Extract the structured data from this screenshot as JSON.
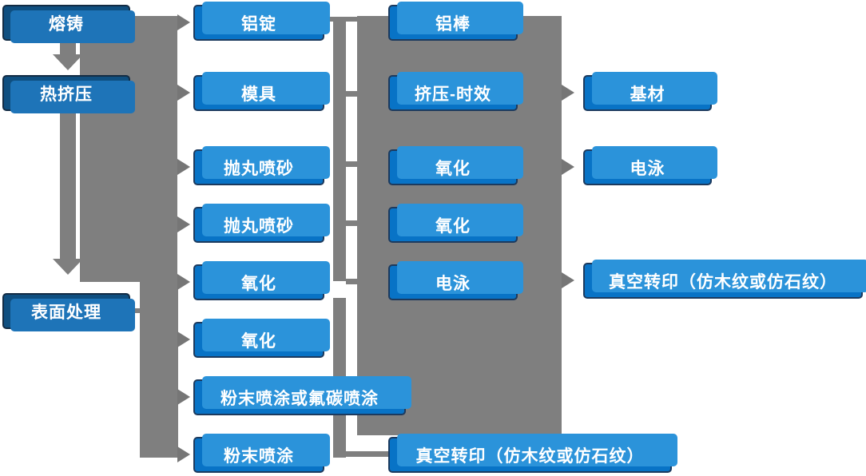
{
  "diagram_type": "flowchart",
  "language": "zh-CN",
  "colors": {
    "stage_box_fill": "#0f4f80",
    "stage_box_border": "#132c44",
    "process_box_fill": "#0873c6",
    "process_box_border": "#1c3a5e",
    "shadow_copy_fill": "#2b93da",
    "connector_gray": "#7f7f7f",
    "text": "#ffffff",
    "background": "#ffffff"
  },
  "nodes": {
    "rongzhu": "熔铸",
    "rejiya": "热挤压",
    "biaomian": "表面处理",
    "luding": "铝锭",
    "moju": "模具",
    "paowan1": "抛丸喷砂",
    "paowan2": "抛丸喷砂",
    "yanghua1": "氧化",
    "yanghua2": "氧化",
    "fenmo_or_futan": "粉末喷涂或氟碳喷涂",
    "fenmo": "粉末喷涂",
    "lubang": "铝棒",
    "jiya_shixiao": "挤压-时效",
    "yanghua3": "氧化",
    "yanghua4": "氧化",
    "dianyong1": "电泳",
    "zhenkong1": "真空转印（仿木纹或仿石纹）",
    "jicai": "基材",
    "dianyong2": "电泳",
    "zhenkong2": "真空转印（仿木纹或仿石纹）"
  },
  "arrows": [
    {
      "type": "down",
      "to": "热挤压"
    },
    {
      "type": "down",
      "to": "表面处理"
    },
    {
      "type": "right",
      "to": "铝锭"
    },
    {
      "type": "right",
      "to": "模具"
    },
    {
      "type": "right",
      "to": "抛丸喷砂"
    },
    {
      "type": "right",
      "to": "抛丸喷砂"
    },
    {
      "type": "right",
      "to": "氧化"
    },
    {
      "type": "right",
      "to": "氧化"
    },
    {
      "type": "right",
      "to": "粉末喷涂或氟碳喷涂"
    },
    {
      "type": "right",
      "to": "粉末喷涂"
    },
    {
      "type": "right",
      "to": "基材"
    },
    {
      "type": "right",
      "to": "电泳"
    },
    {
      "type": "right",
      "to": "真空转印（仿木纹或仿石纹）"
    },
    {
      "type": "line",
      "to": "真空转印（仿木纹或仿石纹）"
    }
  ]
}
